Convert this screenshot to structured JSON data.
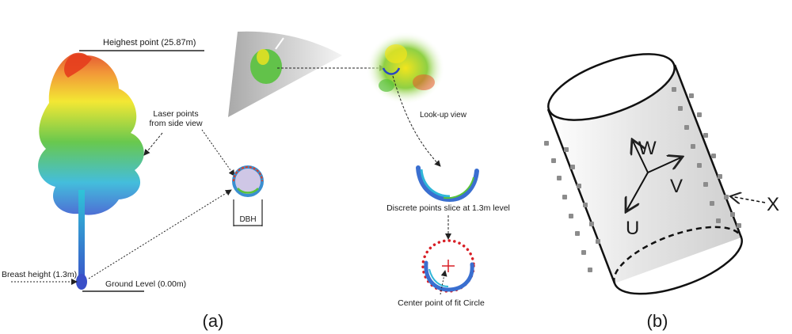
{
  "panel_a": {
    "caption": "(a)",
    "highest_point": "Heighest point (25.87m)",
    "laser_points_line1": "Laser points",
    "laser_points_line2": "from side view",
    "dbh": "DBH",
    "breast_height": "Breast height (1.3m)",
    "ground_level": "Ground Level (0.00m)",
    "look_up_view": "Look-up view",
    "slice_label": "Discrete points slice at 1.3m level",
    "center_label": "Center point of fit Circle"
  },
  "panel_b": {
    "caption": "(b)",
    "axis_w": "W",
    "axis_v": "V",
    "axis_u": "U",
    "axis_x": "X"
  },
  "colors": {
    "tree_top": "#e0421c",
    "tree_mid": "#f2e51d",
    "tree_green": "#58c23a",
    "tree_base": "#2fb6d8",
    "trunk_base": "#3a5fd0",
    "fit_circle": "#d81f26",
    "gray_points": "#8c8c8c"
  }
}
